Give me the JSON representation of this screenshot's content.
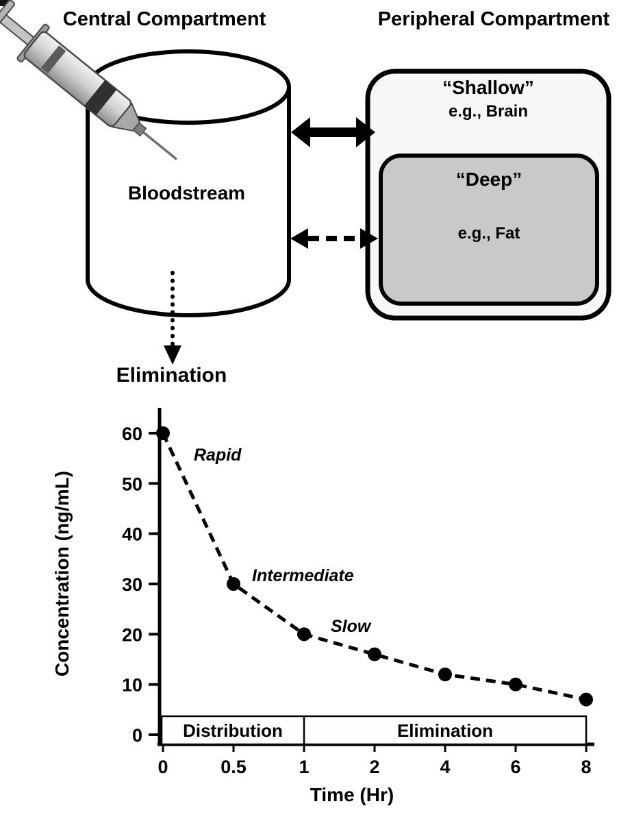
{
  "diagram": {
    "central_title": "Central Compartment",
    "peripheral_title": "Peripheral Compartment",
    "bloodstream_label": "Bloodstream",
    "shallow_label": "“Shallow”",
    "shallow_example": "e.g., Brain",
    "deep_label": "“Deep”",
    "deep_example": "e.g., Fat",
    "elimination_label": "Elimination",
    "syringe_icon": "syringe-icon",
    "arrows": {
      "shallow_exchange": "solid-double-headed-arrow",
      "deep_exchange": "dashed-double-headed-arrow",
      "elimination": "dotted-down-arrow"
    }
  },
  "chart_data": {
    "type": "line",
    "title": "",
    "xlabel": "Time (Hr)",
    "ylabel": "Concentration (ng/mL)",
    "categories": [
      "0",
      "0.5",
      "1",
      "2",
      "4",
      "6",
      "8"
    ],
    "values": [
      60,
      30,
      20,
      16,
      12,
      10,
      7
    ],
    "ylim": [
      0,
      60
    ],
    "yticks": [
      0,
      10,
      20,
      30,
      40,
      50,
      60
    ],
    "line_style": "dashed",
    "marker": "filled-circle",
    "grid": false,
    "legend": "none",
    "annotations": [
      {
        "text": "Rapid",
        "near": "segment 0 to 0.5"
      },
      {
        "text": "Intermediate",
        "near": "point at 0.5"
      },
      {
        "text": "Slow",
        "near": "point at 1"
      }
    ],
    "phase_band": {
      "segments": [
        {
          "label": "Distribution",
          "from": "0",
          "to": "1"
        },
        {
          "label": "Elimination",
          "from": "1",
          "to": "8"
        }
      ]
    }
  },
  "colors": {
    "ink": "#000000",
    "background": "#ffffff",
    "shallow_box_fill": "#f7f7f7",
    "deep_box_fill": "#c9c9c9"
  }
}
